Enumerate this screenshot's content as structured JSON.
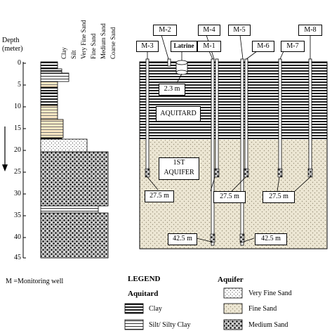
{
  "axis": {
    "title_line1": "Depth",
    "title_line2": "(meter)",
    "ticks": [
      "0",
      "5",
      "10",
      "15",
      "20",
      "25",
      "30",
      "35",
      "40",
      "45"
    ]
  },
  "grain_columns": [
    "Clay",
    "Silt",
    "Very Fine Sand",
    "Fine Sand",
    "Medium Sand",
    "Coarse Sand"
  ],
  "wells": [
    "M-2",
    "M-4",
    "M-5",
    "M-8",
    "M-3",
    "M-1",
    "M-6",
    "M-7"
  ],
  "labels": {
    "latrine": "Latrine",
    "aquitard": "AQUITARD",
    "aquifer_line1": "1ST",
    "aquifer_line2": "AQUIFER",
    "depth_2_3": "2.3 m",
    "depth_27_5_a": "27.5 m",
    "depth_27_5_b": "27.5 m",
    "depth_27_5_c": "27.5 m",
    "depth_42_5_a": "42.5 m",
    "depth_42_5_b": "42.5 m"
  },
  "legend": {
    "monitoring_note": "M =Monitoring well",
    "title": "LEGEND",
    "aquitard_heading": "Aquitard",
    "aquifer_heading": "Aquifer",
    "clay": "Clay",
    "silt": "Silt/ Silty Clay",
    "very_fine_sand": "Very Fine Sand",
    "fine_sand": "Fine Sand",
    "medium_sand": "Medium Sand"
  }
}
